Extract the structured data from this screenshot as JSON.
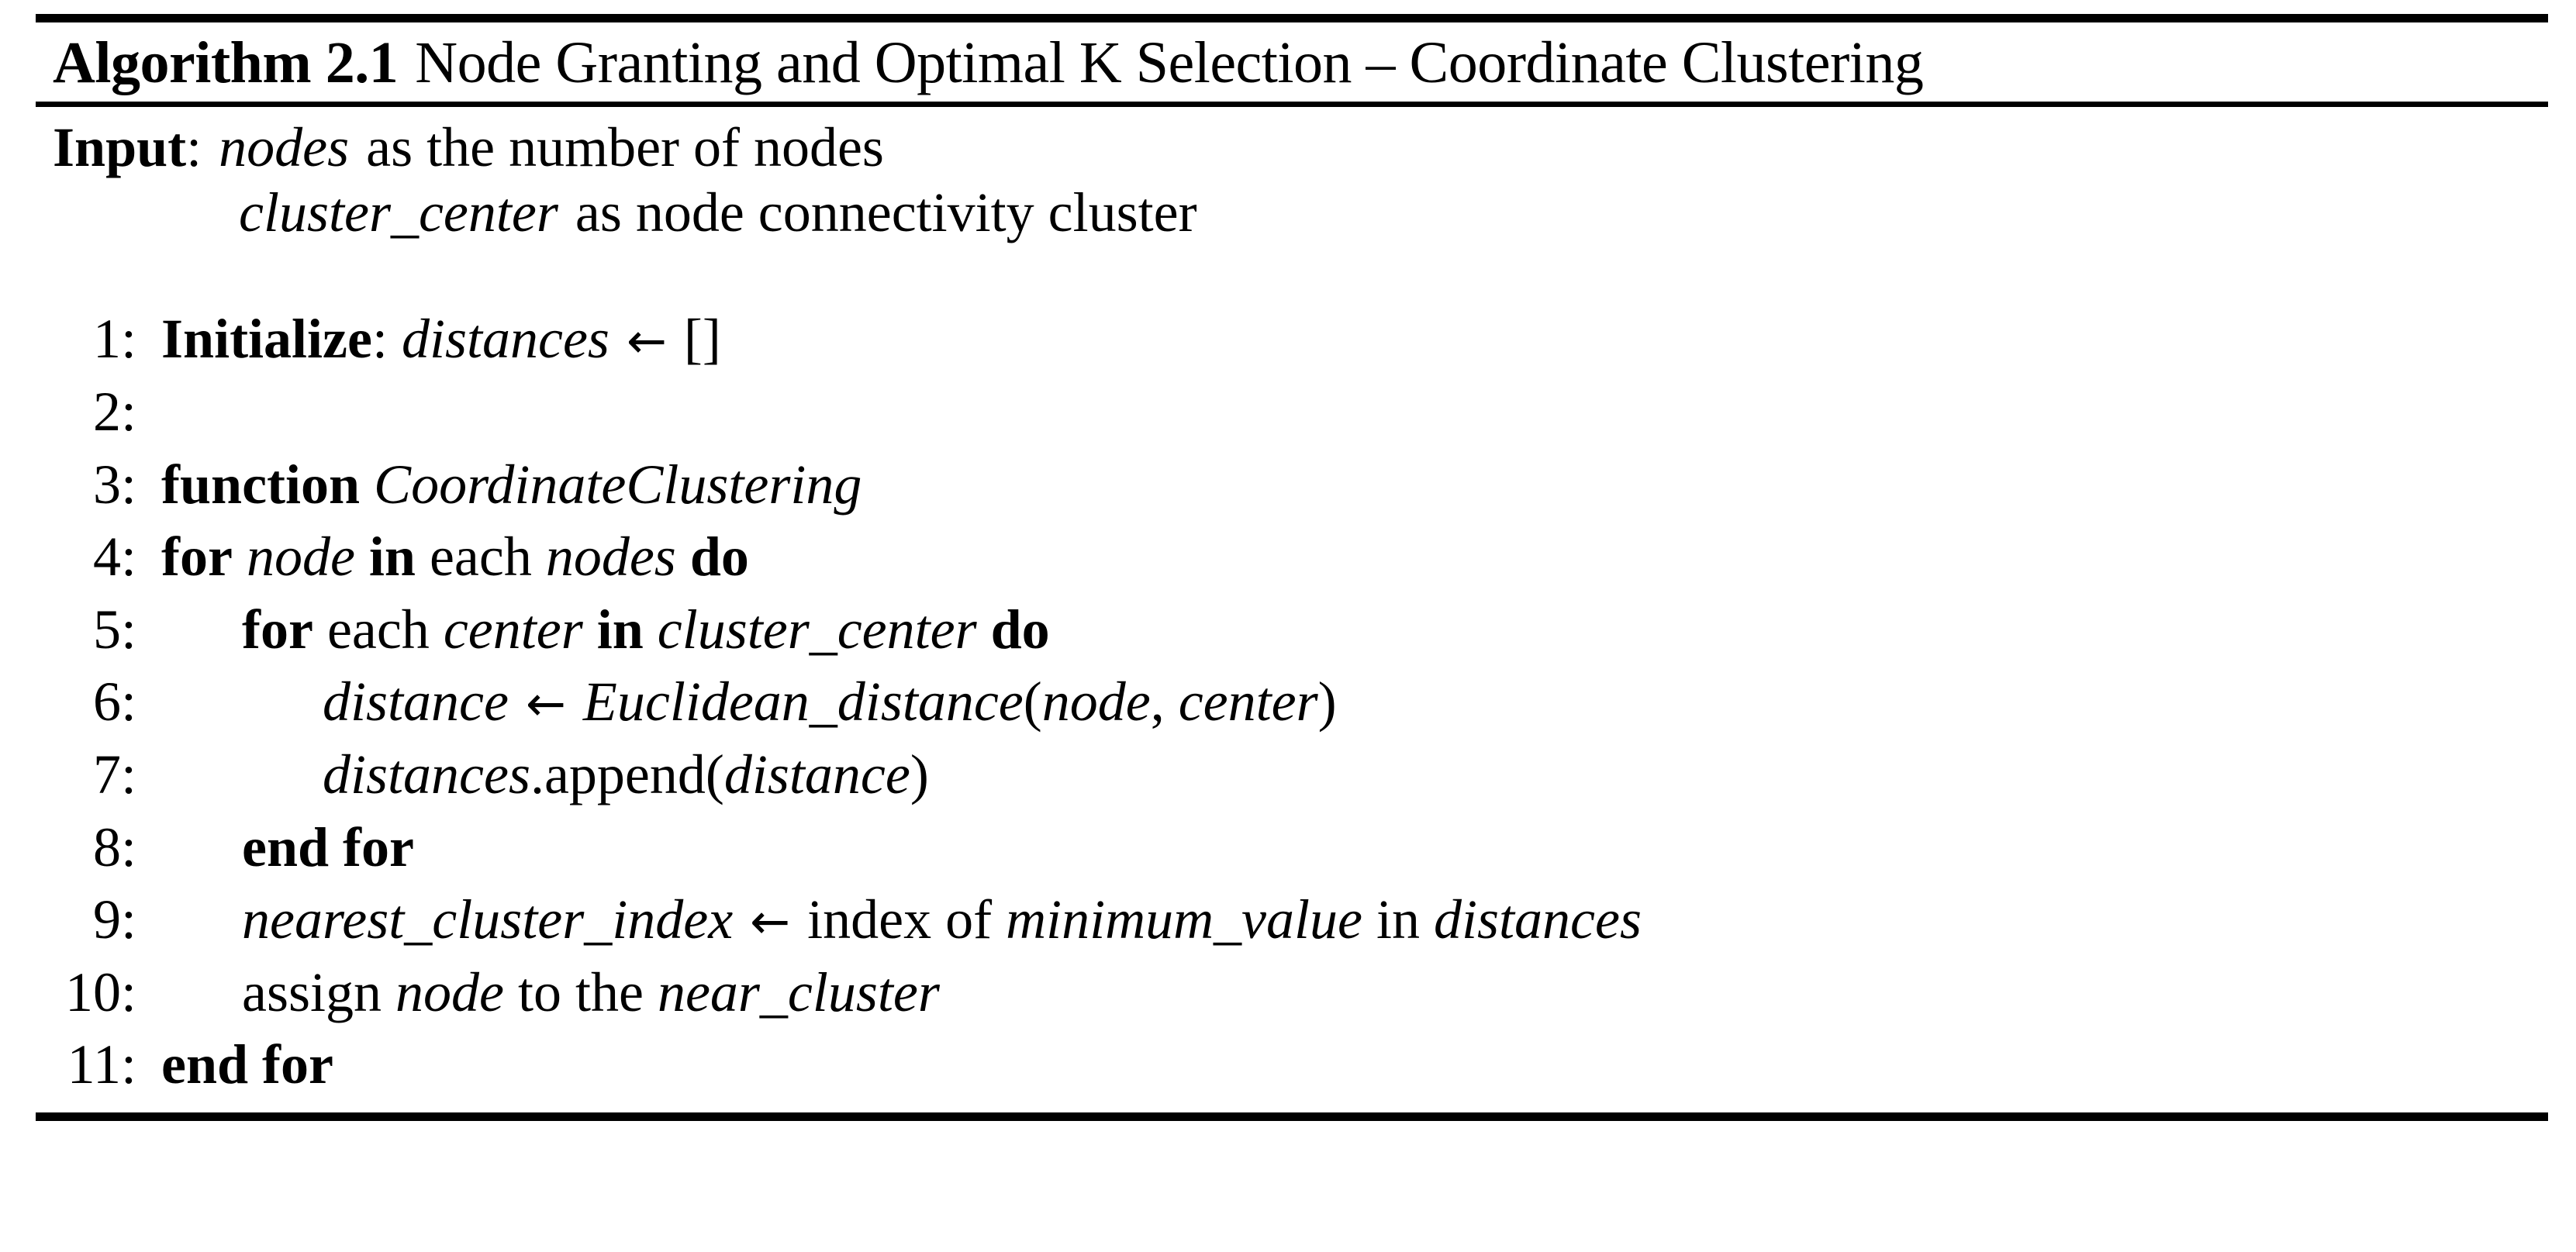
{
  "algorithm": {
    "label": "Algorithm 2.1",
    "title": "Node Granting and Optimal K Selection – Coordinate Clustering",
    "input": {
      "label": "Input",
      "colon": ":",
      "line1": {
        "var": "nodes",
        "text": "as the number of nodes"
      },
      "line2": {
        "var": "cluster_center",
        "text": "as node connectivity cluster"
      }
    },
    "steps": [
      {
        "num": "1:",
        "indent": 1,
        "parts": [
          {
            "t": "Initialize",
            "s": "kw"
          },
          {
            "t": ":",
            "s": "plain"
          },
          {
            "t": " ",
            "s": "plain"
          },
          {
            "t": "distances",
            "s": "id"
          },
          {
            "t": " ",
            "s": "plain"
          },
          {
            "t": "←",
            "s": "arrow"
          },
          {
            "t": " []",
            "s": "plain"
          }
        ]
      },
      {
        "num": "2:",
        "indent": 1,
        "parts": []
      },
      {
        "num": "3:",
        "indent": 1,
        "parts": [
          {
            "t": "function",
            "s": "kw"
          },
          {
            "t": " ",
            "s": "plain"
          },
          {
            "t": "CoordinateClustering",
            "s": "id"
          }
        ]
      },
      {
        "num": "4:",
        "indent": 0,
        "parts": [
          {
            "t": "for",
            "s": "kw"
          },
          {
            "t": " ",
            "s": "plain"
          },
          {
            "t": "node",
            "s": "id"
          },
          {
            "t": " ",
            "s": "plain"
          },
          {
            "t": "in",
            "s": "kw"
          },
          {
            "t": " each ",
            "s": "plain"
          },
          {
            "t": "nodes",
            "s": "id"
          },
          {
            "t": " ",
            "s": "plain"
          },
          {
            "t": "do",
            "s": "kw"
          }
        ]
      },
      {
        "num": "5:",
        "indent": 2,
        "parts": [
          {
            "t": "for",
            "s": "kw"
          },
          {
            "t": " each ",
            "s": "plain"
          },
          {
            "t": "center",
            "s": "id"
          },
          {
            "t": " ",
            "s": "plain"
          },
          {
            "t": "in",
            "s": "kw"
          },
          {
            "t": " ",
            "s": "plain"
          },
          {
            "t": "cluster_center",
            "s": "id"
          },
          {
            "t": " ",
            "s": "plain"
          },
          {
            "t": "do",
            "s": "kw"
          }
        ]
      },
      {
        "num": "6:",
        "indent": 3,
        "parts": [
          {
            "t": "distance",
            "s": "id"
          },
          {
            "t": " ",
            "s": "plain"
          },
          {
            "t": "←",
            "s": "arrow"
          },
          {
            "t": " ",
            "s": "plain"
          },
          {
            "t": "Euclidean_distance",
            "s": "id"
          },
          {
            "t": "(",
            "s": "plain"
          },
          {
            "t": "node",
            "s": "id"
          },
          {
            "t": ", ",
            "s": "plain"
          },
          {
            "t": "center",
            "s": "id"
          },
          {
            "t": ")",
            "s": "plain"
          }
        ]
      },
      {
        "num": "7:",
        "indent": 3,
        "parts": [
          {
            "t": "distances",
            "s": "id"
          },
          {
            "t": ".append(",
            "s": "plain"
          },
          {
            "t": "distance",
            "s": "id"
          },
          {
            "t": ")",
            "s": "plain"
          }
        ]
      },
      {
        "num": "8:",
        "indent": 2,
        "parts": [
          {
            "t": "end for",
            "s": "kw"
          }
        ]
      },
      {
        "num": "9:",
        "indent": 2,
        "parts": [
          {
            "t": "nearest_cluster_index",
            "s": "id"
          },
          {
            "t": " ",
            "s": "plain"
          },
          {
            "t": "←",
            "s": "arrow"
          },
          {
            "t": " index of ",
            "s": "plain"
          },
          {
            "t": "minimum_value",
            "s": "id"
          },
          {
            "t": " in ",
            "s": "plain"
          },
          {
            "t": "distances",
            "s": "id"
          }
        ]
      },
      {
        "num": "10:",
        "indent": 2,
        "parts": [
          {
            "t": "assign ",
            "s": "plain"
          },
          {
            "t": "node",
            "s": "id"
          },
          {
            "t": " to the ",
            "s": "plain"
          },
          {
            "t": "near_cluster",
            "s": "id"
          }
        ]
      },
      {
        "num": "11:",
        "indent": 0,
        "parts": [
          {
            "t": "end for",
            "s": "kw"
          }
        ]
      }
    ]
  }
}
